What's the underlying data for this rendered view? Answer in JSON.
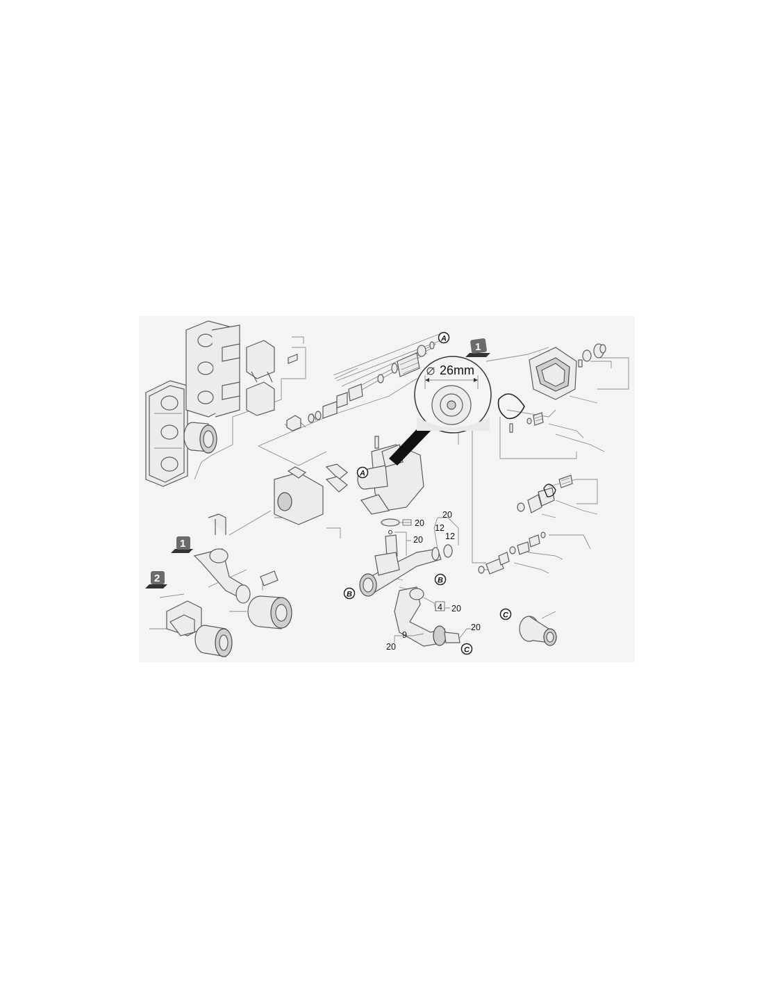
{
  "diagram": {
    "detail_dimension": "26mm",
    "markers": {
      "one": "1",
      "two": "2",
      "a": "A",
      "b": "B",
      "c": "C"
    },
    "callouts": {
      "c20_oring": "20",
      "c20_upper": "20",
      "c20_pin": "20",
      "c12_left": "12",
      "c12_right": "12",
      "c4": "4",
      "c20_elbow": "20",
      "c20_right": "20",
      "c9": "9",
      "c20_bottom": "20"
    },
    "colors": {
      "panel_bg": "#f4f4f4",
      "line": "#5a5a5a",
      "badge": "#6b6b6b"
    }
  }
}
